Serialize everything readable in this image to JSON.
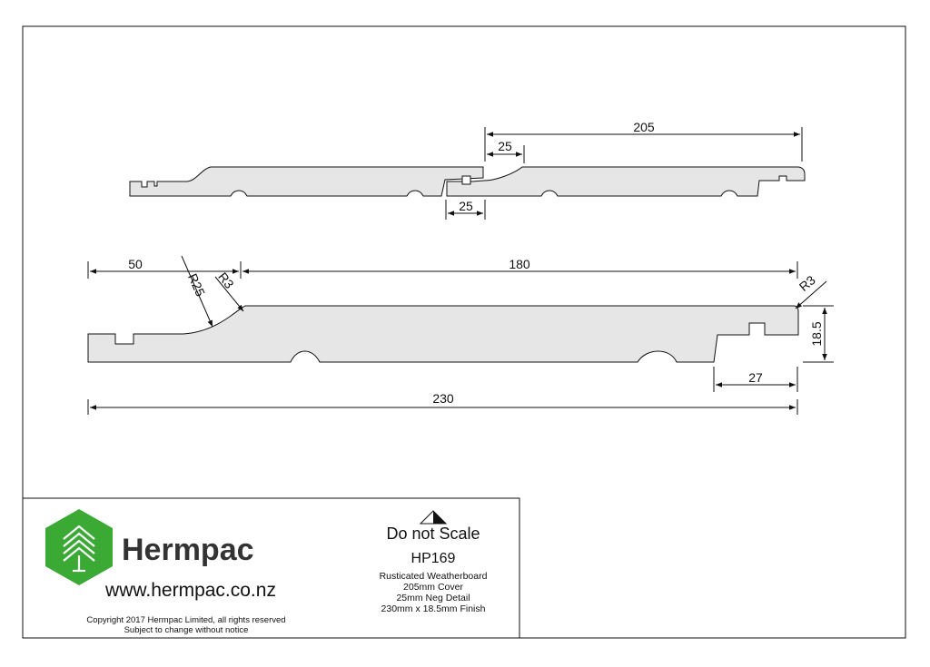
{
  "colors": {
    "profile_fill": "#e6e6e6",
    "line": "#111111",
    "brand_green": "#3aaa35",
    "brand_text": "#333333"
  },
  "dimensions": {
    "top_cover": "205",
    "top_overlap": "25",
    "top_neg_detail": "25",
    "main_left": "50",
    "main_span": "180",
    "radius_large": "R25",
    "radius_small_left": "R3",
    "radius_small_right": "R3",
    "thickness": "18.5",
    "right_offset": "27",
    "overall_width": "230"
  },
  "title_block": {
    "company_name": "Hermpac",
    "website": "www.hermpac.co.nz",
    "copyright_line1": "Copyright 2017 Hermpac Limited, all rights reserved",
    "copyright_line2": "Subject to change without notice",
    "scale_note": "Do not Scale",
    "product_code": "HP169",
    "desc_line1": "Rusticated Weatherboard",
    "desc_line2": "205mm Cover",
    "desc_line3": "25mm Neg Detail",
    "desc_line4": "230mm x 18.5mm Finish",
    "logo_icon": "stacked-boards-icon",
    "scale_icon": "triangle-icon"
  }
}
